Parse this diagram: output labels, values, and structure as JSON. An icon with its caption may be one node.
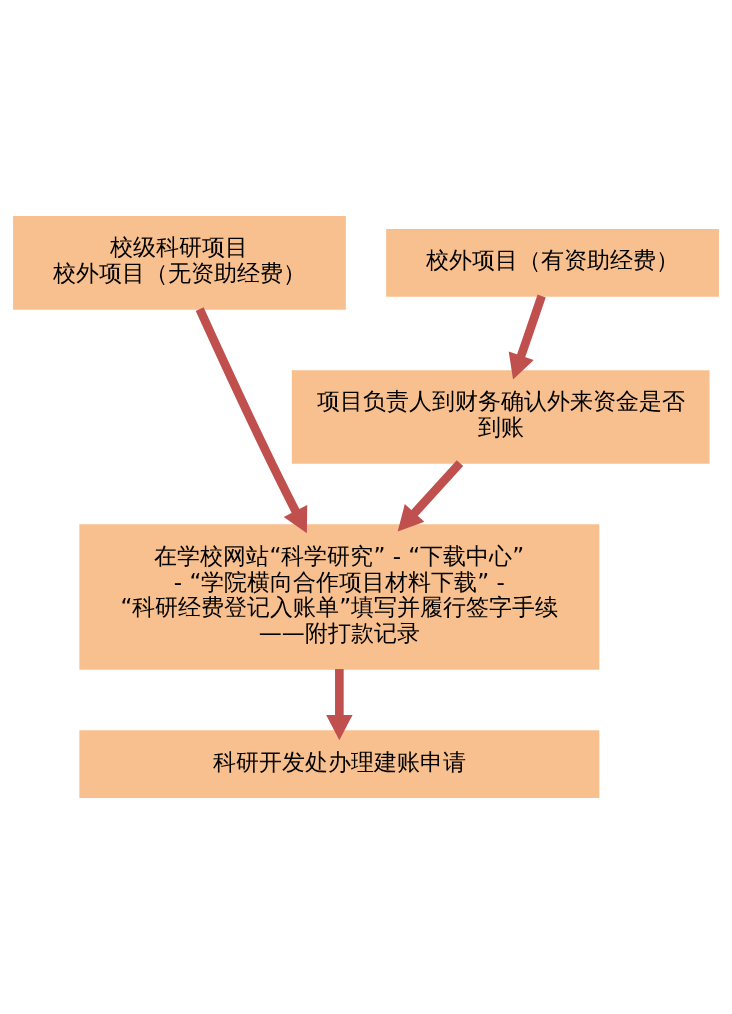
{
  "diagram": {
    "nodes": [
      {
        "text": [
          "校级科研项目",
          "校外项目（无资助经费）"
        ]
      },
      {
        "text": [
          "校外项目（有资助经费）"
        ]
      },
      {
        "text": [
          "项目负责人到财务确认外来资金是否到账"
        ]
      },
      {
        "text": [
          "在学校网站“科学研究” - “下载中心” - “学院横向合作项目材料下载” - “科研经费登记入账单”填写并履行签字手续——附打款记录"
        ]
      },
      {
        "text": [
          "科研开发处办理建账申请"
        ]
      }
    ],
    "edges": [
      {
        "from": 0,
        "to": 3,
        "arrow": "to"
      },
      {
        "from": 1,
        "to": 2,
        "arrow": "to"
      },
      {
        "from": 2,
        "to": 3,
        "arrow": "to"
      },
      {
        "from": 3,
        "to": 4,
        "arrow": "to"
      }
    ]
  }
}
